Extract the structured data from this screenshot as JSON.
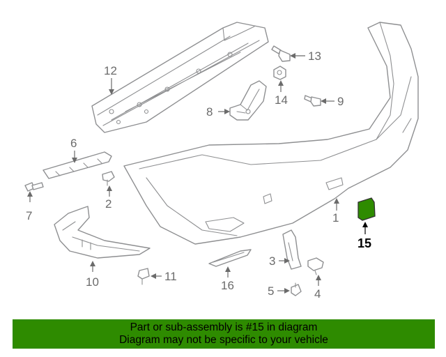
{
  "callouts": {
    "c1": "1",
    "c2": "2",
    "c3": "3",
    "c4": "4",
    "c5": "5",
    "c6": "6",
    "c7": "7",
    "c8": "8",
    "c9": "9",
    "c10": "10",
    "c11": "11",
    "c12": "12",
    "c13": "13",
    "c14": "14",
    "c15": "15",
    "c16": "16"
  },
  "highlight": {
    "part": "15",
    "color": "#2e8b00"
  },
  "banner": {
    "line1": "Part or sub-assembly is #15 in diagram",
    "line2": "Diagram may not be specific to your vehicle",
    "color": "#2e8b00"
  }
}
